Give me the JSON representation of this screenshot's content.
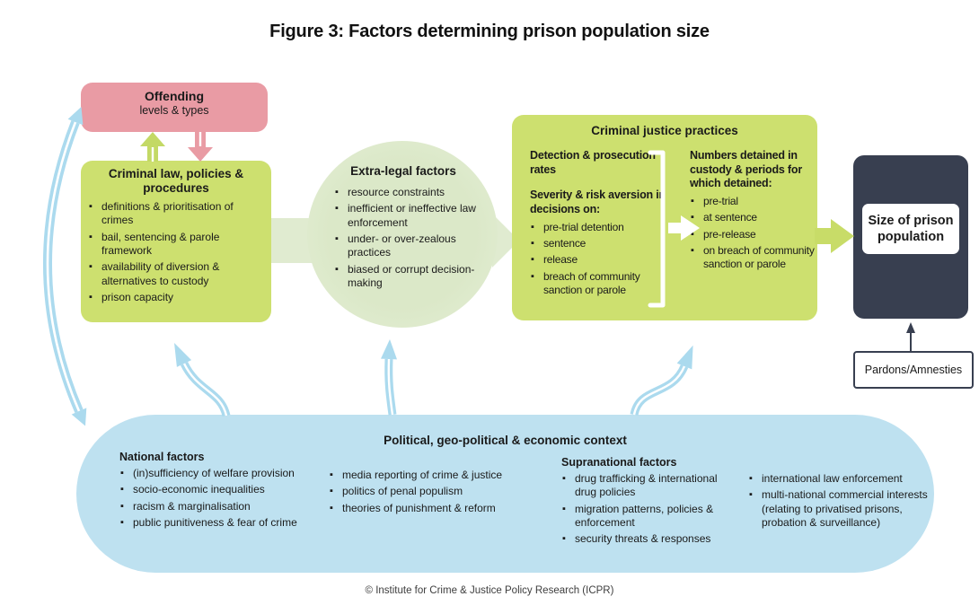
{
  "title": "Figure 3: Factors determining prison population size",
  "footer": "© Institute for Crime & Justice Policy Research (ICPR)",
  "colors": {
    "pink_box": "#e99ba4",
    "green_box": "#cde06f",
    "pale_green_arrow": "#e0ebd0",
    "lime_arrow": "#c8dc68",
    "circle_green": "#dbe8c8",
    "dark_box": "#383f50",
    "blue_blob": "#bee1f0",
    "blue_arrow": "#abdaee"
  },
  "offending": {
    "title": "Offending",
    "subtitle": "levels & types"
  },
  "criminal_law": {
    "title": "Criminal law, policies & procedures",
    "items": [
      "definitions & prioritisation of crimes",
      "bail, sentencing & parole framework",
      "availability of diversion & alternatives to custody",
      "prison capacity"
    ]
  },
  "extra_legal": {
    "title": "Extra-legal factors",
    "items": [
      "resource constraints",
      "inefficient or ineffective law enforcement",
      "under- or over-zealous practices",
      "biased or corrupt decision-making"
    ]
  },
  "criminal_justice": {
    "title": "Criminal justice practices",
    "left": {
      "heading1": "Detection & prosecution rates",
      "heading2": "Severity & risk aversion in decisions on:",
      "items": [
        "pre-trial detention",
        "sentence",
        "release",
        "breach of community sanction or parole"
      ]
    },
    "right": {
      "heading": "Numbers detained in custody & periods for which detained:",
      "items": [
        "pre-trial",
        "at sentence",
        "pre-release",
        "on breach of community sanction or parole"
      ]
    }
  },
  "size_box": {
    "label": "Size of prison population"
  },
  "pardons": {
    "label": "Pardons/Amnesties"
  },
  "context": {
    "title": "Political, geo-political & economic context",
    "national": {
      "heading": "National factors",
      "items": [
        "(in)sufficiency of welfare provision",
        "socio-economic inequalities",
        "racism & marginalisation",
        "public punitiveness & fear of crime"
      ]
    },
    "media": {
      "items": [
        "media reporting of crime & justice",
        "politics of penal populism",
        "theories of punishment & reform"
      ]
    },
    "supranational": {
      "heading": "Supranational factors",
      "items": [
        "drug trafficking & international drug policies",
        "migration patterns, policies & enforcement",
        "security threats & responses"
      ]
    },
    "international": {
      "items": [
        "international law enforcement",
        "multi-national commercial interests (relating to privatised prisons, probation & surveillance)"
      ]
    }
  }
}
